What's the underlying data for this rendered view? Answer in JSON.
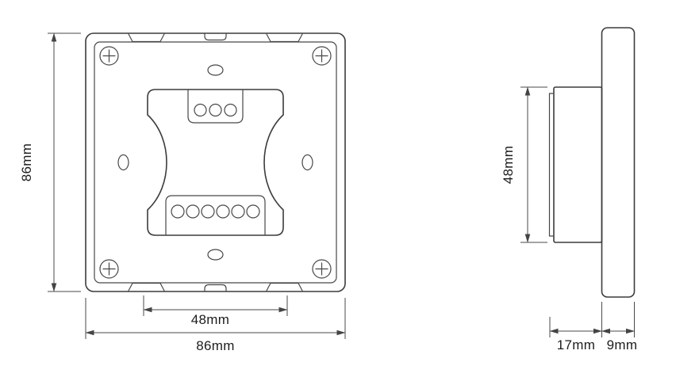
{
  "front_view": {
    "height_label": "86mm",
    "inner_width_label": "48mm",
    "width_label": "86mm"
  },
  "side_view": {
    "height_label": "48mm",
    "back_depth_label": "17mm",
    "front_depth_label": "9mm"
  }
}
